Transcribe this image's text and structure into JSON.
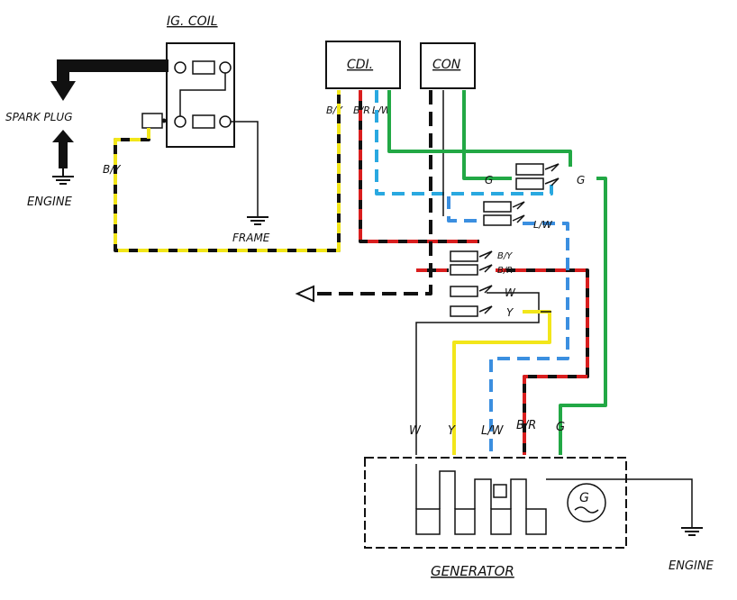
{
  "colors": {
    "black": "#111111",
    "yellow": "#f2e61a",
    "red": "#d91e1e",
    "blue": "#3b8fe0",
    "light_blue": "#29a8e0",
    "green": "#22a845"
  },
  "labels": {
    "ig_coil": "IG. COIL",
    "spark_plug": "SPARK PLUG",
    "engine_left": "ENGINE",
    "frame": "FRAME",
    "cdi": "CDI.",
    "con": "CON",
    "generator": "GENERATOR",
    "engine_right": "ENGINE",
    "coil_wire": "B/Y",
    "cdi_wire_by": "B/Y",
    "cdi_wire_br": "B/R",
    "cdi_wire_lw": "L/W",
    "conn_g": "G",
    "conn_g_right": "G",
    "conn_lw": "L/W",
    "conn_by": "B/Y",
    "conn_br": "B/R",
    "conn_w": "W",
    "conn_y": "Y",
    "gen_w": "W",
    "gen_y": "Y",
    "gen_lw": "L/W",
    "gen_br": "B/R",
    "gen_g": "G",
    "gen_symbol": "G"
  }
}
